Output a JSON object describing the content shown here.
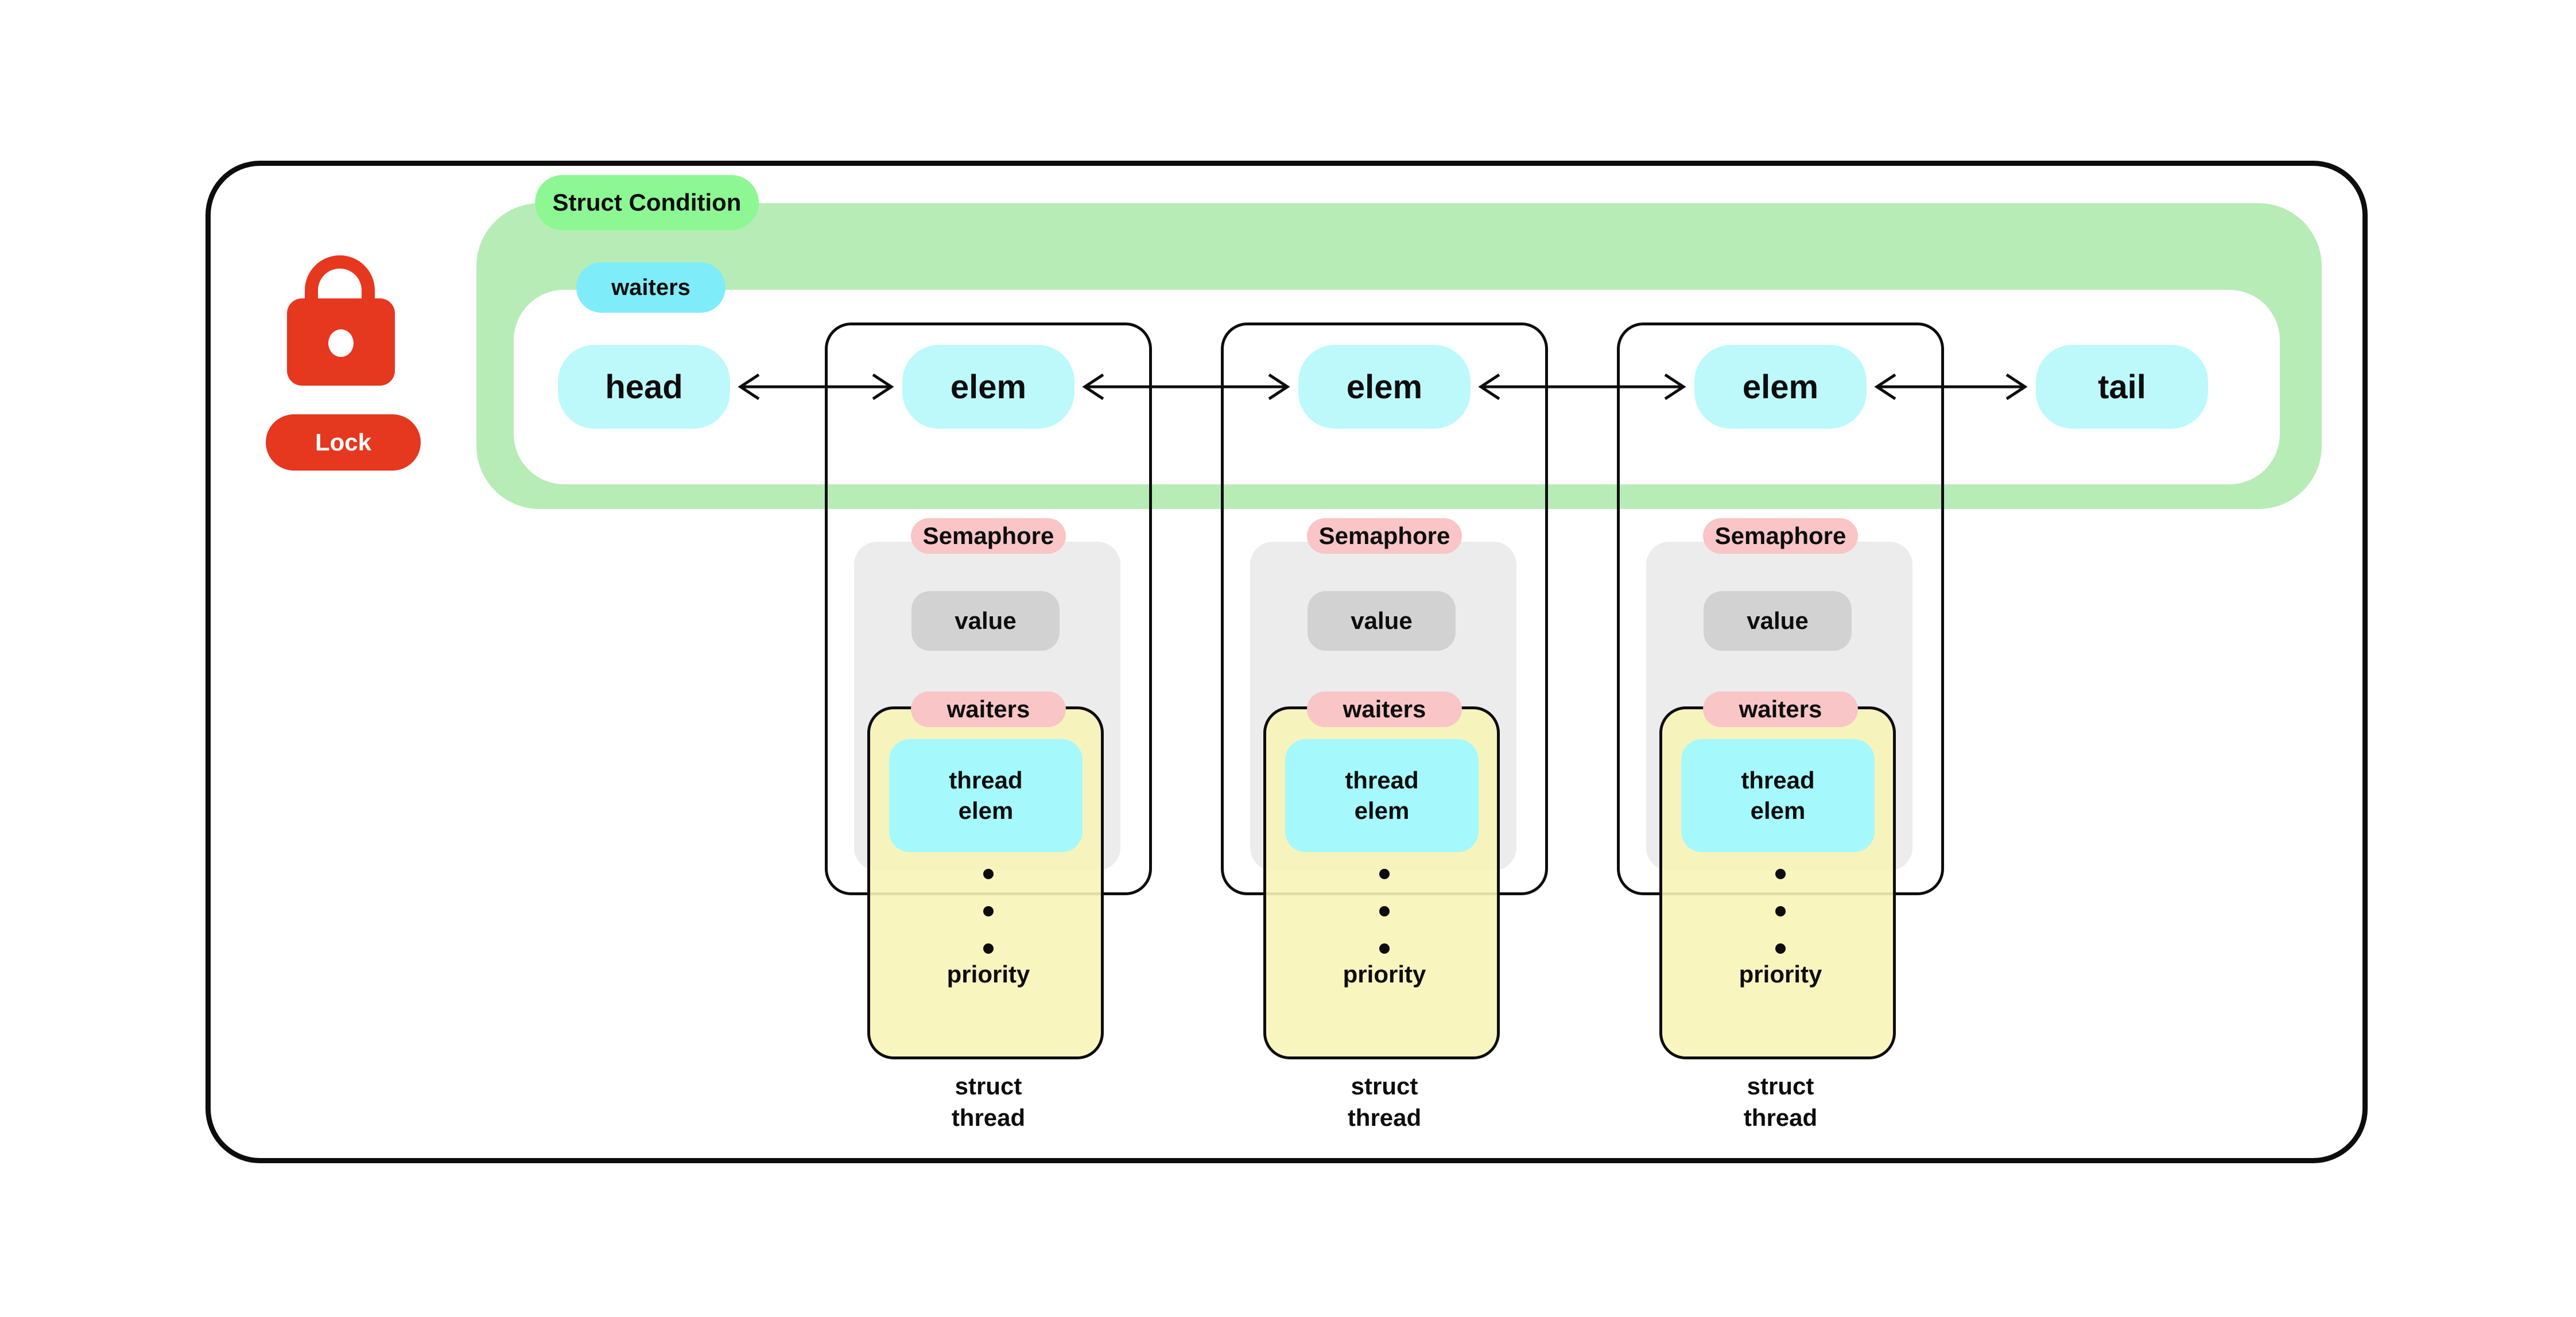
{
  "lock": {
    "label": "Lock"
  },
  "condition": {
    "label": "Struct Condition",
    "waiters_label": "waiters"
  },
  "list_nodes": [
    {
      "label": "head"
    },
    {
      "label": "elem"
    },
    {
      "label": "elem"
    },
    {
      "label": "elem"
    },
    {
      "label": "tail"
    }
  ],
  "columns": [
    {
      "semaphore_label": "Semaphore",
      "value_label": "value",
      "waiters_label": "waiters",
      "thread_elem_label": "thread\nelem",
      "priority_label": "priority",
      "caption": "struct\nthread"
    },
    {
      "semaphore_label": "Semaphore",
      "value_label": "value",
      "waiters_label": "waiters",
      "thread_elem_label": "thread\nelem",
      "priority_label": "priority",
      "caption": "struct\nthread"
    },
    {
      "semaphore_label": "Semaphore",
      "value_label": "value",
      "waiters_label": "waiters",
      "thread_elem_label": "thread\nelem",
      "priority_label": "priority",
      "caption": "struct\nthread"
    }
  ],
  "colors": {
    "red": "#E6371F",
    "green_bright": "#8DF893",
    "green_pale": "#B8ECB6",
    "cyan_chip": "#7FECFA",
    "cyan_node": "#BDF9FB",
    "cyan_thread_elem": "#A5F9FD",
    "pink": "#F9C5C7",
    "gray_light": "#ECECEC",
    "gray_value": "#D2D2D2",
    "yellow": "#F8F4B8",
    "line": "#0d0d0d"
  }
}
